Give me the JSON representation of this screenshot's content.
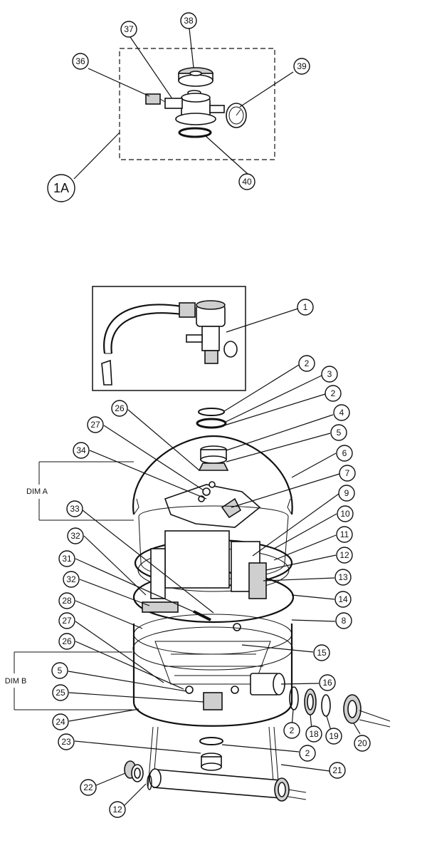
{
  "callouts": [
    {
      "id": "c38",
      "label": "38"
    },
    {
      "id": "c37",
      "label": "37"
    },
    {
      "id": "c36",
      "label": "36"
    },
    {
      "id": "c39",
      "label": "39"
    },
    {
      "id": "c40",
      "label": "40"
    },
    {
      "id": "c1A",
      "label": "1A"
    },
    {
      "id": "c1",
      "label": "1"
    },
    {
      "id": "c2a",
      "label": "2"
    },
    {
      "id": "c3",
      "label": "3"
    },
    {
      "id": "c2b",
      "label": "2"
    },
    {
      "id": "c4",
      "label": "4"
    },
    {
      "id": "c5a",
      "label": "5"
    },
    {
      "id": "c6",
      "label": "6"
    },
    {
      "id": "c7",
      "label": "7"
    },
    {
      "id": "c9",
      "label": "9"
    },
    {
      "id": "c10",
      "label": "10"
    },
    {
      "id": "c11",
      "label": "11"
    },
    {
      "id": "c12a",
      "label": "12"
    },
    {
      "id": "c13",
      "label": "13"
    },
    {
      "id": "c14",
      "label": "14"
    },
    {
      "id": "c8",
      "label": "8"
    },
    {
      "id": "c15",
      "label": "15"
    },
    {
      "id": "c16",
      "label": "16"
    },
    {
      "id": "c26a",
      "label": "26"
    },
    {
      "id": "c27a",
      "label": "27"
    },
    {
      "id": "c34",
      "label": "34"
    },
    {
      "id": "c33",
      "label": "33"
    },
    {
      "id": "c32a",
      "label": "32"
    },
    {
      "id": "c31",
      "label": "31"
    },
    {
      "id": "c32b",
      "label": "32"
    },
    {
      "id": "c28",
      "label": "28"
    },
    {
      "id": "c27b",
      "label": "27"
    },
    {
      "id": "c26b",
      "label": "26"
    },
    {
      "id": "c5b",
      "label": "5"
    },
    {
      "id": "c25",
      "label": "25"
    },
    {
      "id": "c24",
      "label": "24"
    },
    {
      "id": "c23",
      "label": "23"
    },
    {
      "id": "c2c",
      "label": "2"
    },
    {
      "id": "c18",
      "label": "18"
    },
    {
      "id": "c19",
      "label": "19"
    },
    {
      "id": "c20",
      "label": "20"
    },
    {
      "id": "c2d",
      "label": "2"
    },
    {
      "id": "c21",
      "label": "21"
    },
    {
      "id": "c22",
      "label": "22"
    },
    {
      "id": "c12b",
      "label": "12"
    }
  ],
  "dimensions": {
    "dim_a": "DIM A",
    "dim_b": "DIM B"
  }
}
